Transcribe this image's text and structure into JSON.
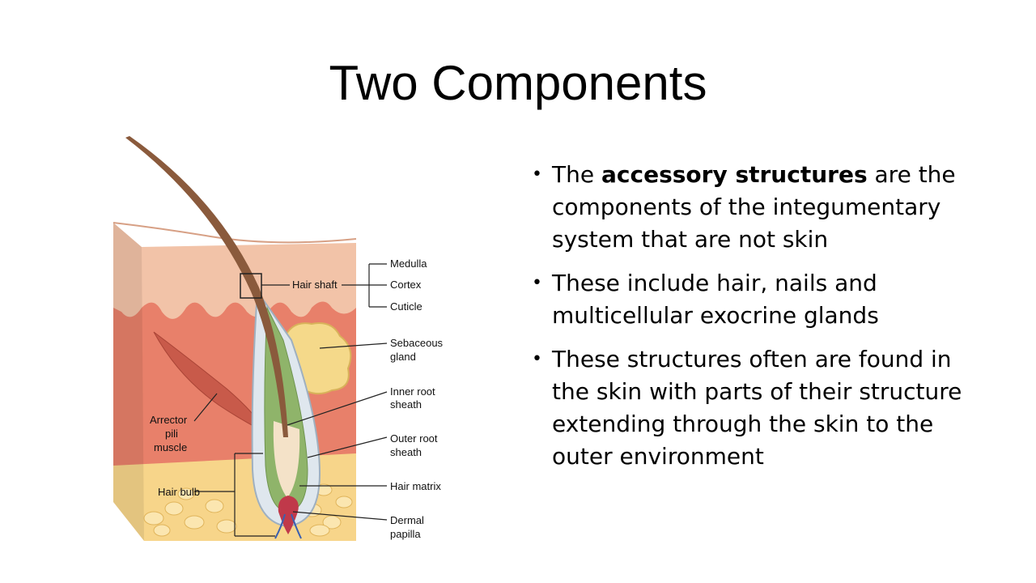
{
  "slide": {
    "title": "Two Components",
    "bullets": [
      {
        "prefix": "The ",
        "bold": "accessory structures",
        "suffix": " are the components of the integumentary system that are not skin"
      },
      {
        "text": "These include hair, nails and multicellular exocrine glands"
      },
      {
        "text": "These structures often are found in the skin with parts of their structure extending through the skin to the outer environment"
      }
    ],
    "bullet_symbol": "•"
  },
  "diagram": {
    "labels": {
      "medulla": "Medulla",
      "hair_shaft": "Hair shaft",
      "cortex": "Cortex",
      "cuticle": "Cuticle",
      "sebaceous_1": "Sebaceous",
      "sebaceous_2": "gland",
      "inner_root_1": "Inner root",
      "inner_root_2": "sheath",
      "arrector_1": "Arrector",
      "arrector_2": "pili",
      "arrector_3": "muscle",
      "outer_root_1": "Outer root",
      "outer_root_2": "sheath",
      "hair_bulb": "Hair bulb",
      "hair_matrix": "Hair matrix",
      "dermal_1": "Dermal",
      "dermal_2": "papilla"
    },
    "colors": {
      "epidermis": "#f2c3a8",
      "dermis": "#e8806a",
      "hypodermis": "#f7d58a",
      "hair": "#8a5a3c",
      "sebaceous": "#f5d98a",
      "muscle": "#c85a4a"
    }
  }
}
